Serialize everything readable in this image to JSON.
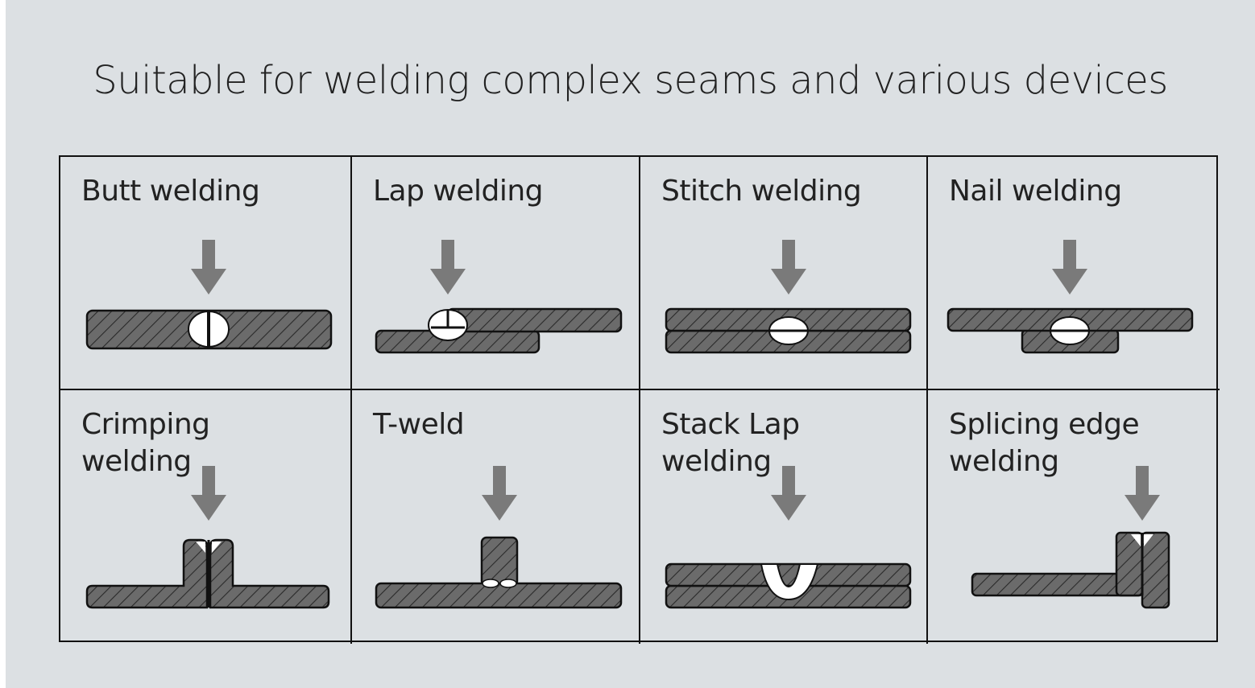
{
  "title": "Suitable for welding complex seams and various devices",
  "colors": {
    "background": "#dce0e3",
    "plate_fill": "#6b6b6b",
    "arrow": "#7a7a7a",
    "weld": "#ffffff"
  },
  "cells": [
    {
      "label": "Butt welding",
      "icon": "butt-weld-icon"
    },
    {
      "label": "Lap welding",
      "icon": "lap-weld-icon"
    },
    {
      "label": "Stitch welding",
      "icon": "stitch-weld-icon"
    },
    {
      "label": "Nail welding",
      "icon": "nail-weld-icon"
    },
    {
      "label": "Crimping welding",
      "icon": "crimping-weld-icon"
    },
    {
      "label": "T-weld",
      "icon": "t-weld-icon"
    },
    {
      "label": "Stack Lap welding",
      "icon": "stack-lap-weld-icon"
    },
    {
      "label": "Splicing edge welding",
      "icon": "splicing-edge-weld-icon"
    }
  ]
}
